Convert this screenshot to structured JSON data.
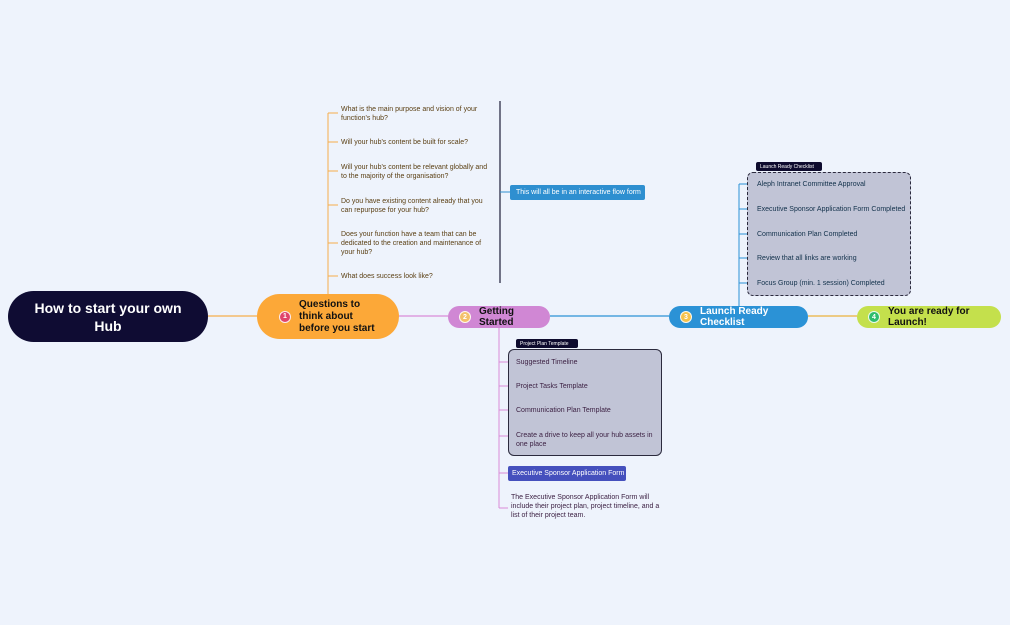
{
  "root": {
    "title": "How to start your own Hub"
  },
  "branch1": {
    "number": "1",
    "label": "Questions to think about before you start",
    "questions": [
      "What is the main purpose and vision of your function's hub?",
      "Will your hub's content be built for scale?",
      "Will your hub's content be relevant globally and to the majority of the organisation?",
      "Do you have existing content already that you can repurpose for your hub?",
      "Does your function have a team that can be dedicated to the creation and maintenance of your hub?",
      "What does success look like?"
    ],
    "note": "This will all be in an interactive flow form"
  },
  "branch2": {
    "number": "2",
    "label": "Getting Started",
    "plan_tag": "Project Plan Template",
    "plan_items": [
      "Suggested Timeline",
      "Project Tasks Template",
      "Communication Plan Template",
      "Create a drive to keep all your hub assets in one place"
    ],
    "exec_badge": "Executive Sponsor Application Form",
    "exec_description": "The Executive Sponsor Application Form will include their project plan, project timeline, and a list of their project team."
  },
  "branch3": {
    "number": "3",
    "label": "Launch Ready Checklist",
    "checklist_tag": "Launch Ready Checklist",
    "items": [
      "Aleph Intranet Committee Approval",
      "Executive Sponsor Application Form Completed",
      "Communication Plan Completed",
      "Review that all links are working",
      "Focus Group (min. 1 session) Completed"
    ]
  },
  "branch4": {
    "number": "4",
    "label": "You are ready for Launch!"
  },
  "colors": {
    "background": "#eef3fc",
    "root": "#0f0c33",
    "branch1": "#fca838",
    "branch2": "#d087d4",
    "branch3": "#2b92d6",
    "branch4": "#c4e04c"
  }
}
